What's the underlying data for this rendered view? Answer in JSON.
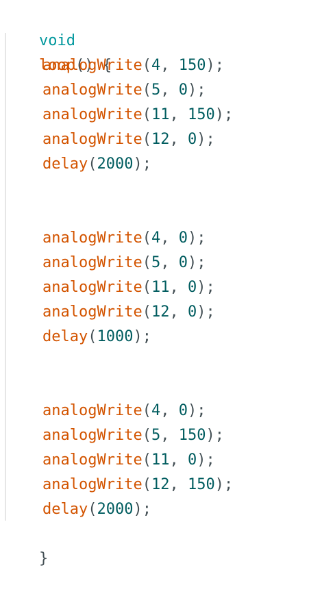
{
  "code": {
    "open": {
      "type_keyword": "void",
      "fn_name": "loop",
      "tail": "() {"
    },
    "blocks": [
      {
        "lines": [
          {
            "fn": "analogWrite",
            "pin": "4",
            "value": "150"
          },
          {
            "fn": "analogWrite",
            "pin": "5",
            "value": "0"
          },
          {
            "fn": "analogWrite",
            "pin": "11",
            "value": "150"
          },
          {
            "fn": "analogWrite",
            "pin": "12",
            "value": "0"
          }
        ],
        "delay": {
          "fn": "delay",
          "ms": "2000"
        }
      },
      {
        "lines": [
          {
            "fn": "analogWrite",
            "pin": "4",
            "value": "0"
          },
          {
            "fn": "analogWrite",
            "pin": "5",
            "value": "0"
          },
          {
            "fn": "analogWrite",
            "pin": "11",
            "value": "0"
          },
          {
            "fn": "analogWrite",
            "pin": "12",
            "value": "0"
          }
        ],
        "delay": {
          "fn": "delay",
          "ms": "1000"
        }
      },
      {
        "lines": [
          {
            "fn": "analogWrite",
            "pin": "4",
            "value": "0"
          },
          {
            "fn": "analogWrite",
            "pin": "5",
            "value": "150"
          },
          {
            "fn": "analogWrite",
            "pin": "11",
            "value": "0"
          },
          {
            "fn": "analogWrite",
            "pin": "12",
            "value": "150"
          }
        ],
        "delay": {
          "fn": "delay",
          "ms": "2000"
        }
      }
    ],
    "close": "}",
    "punct": {
      "open_paren": "(",
      "comma": ", ",
      "close_stmt": ");"
    }
  },
  "colors": {
    "type_keyword": "#00979d",
    "function": "#d35400",
    "number": "#005c5f",
    "punctuation": "#434f54"
  }
}
